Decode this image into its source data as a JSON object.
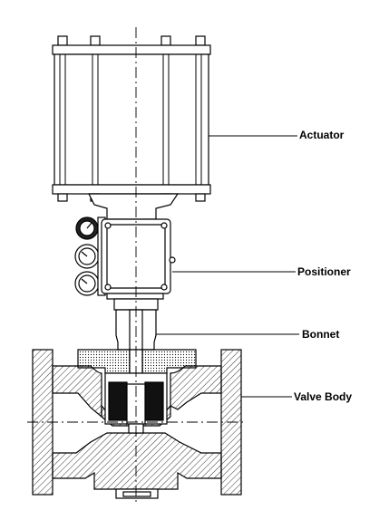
{
  "labels": {
    "actuator": "Actuator",
    "positioner": "Positioner",
    "bonnet": "Bonnet",
    "valve_body": "Valve Body"
  },
  "colors": {
    "line": "#000000",
    "background": "#ffffff",
    "packing": "#111111",
    "hatch": "#000000"
  }
}
